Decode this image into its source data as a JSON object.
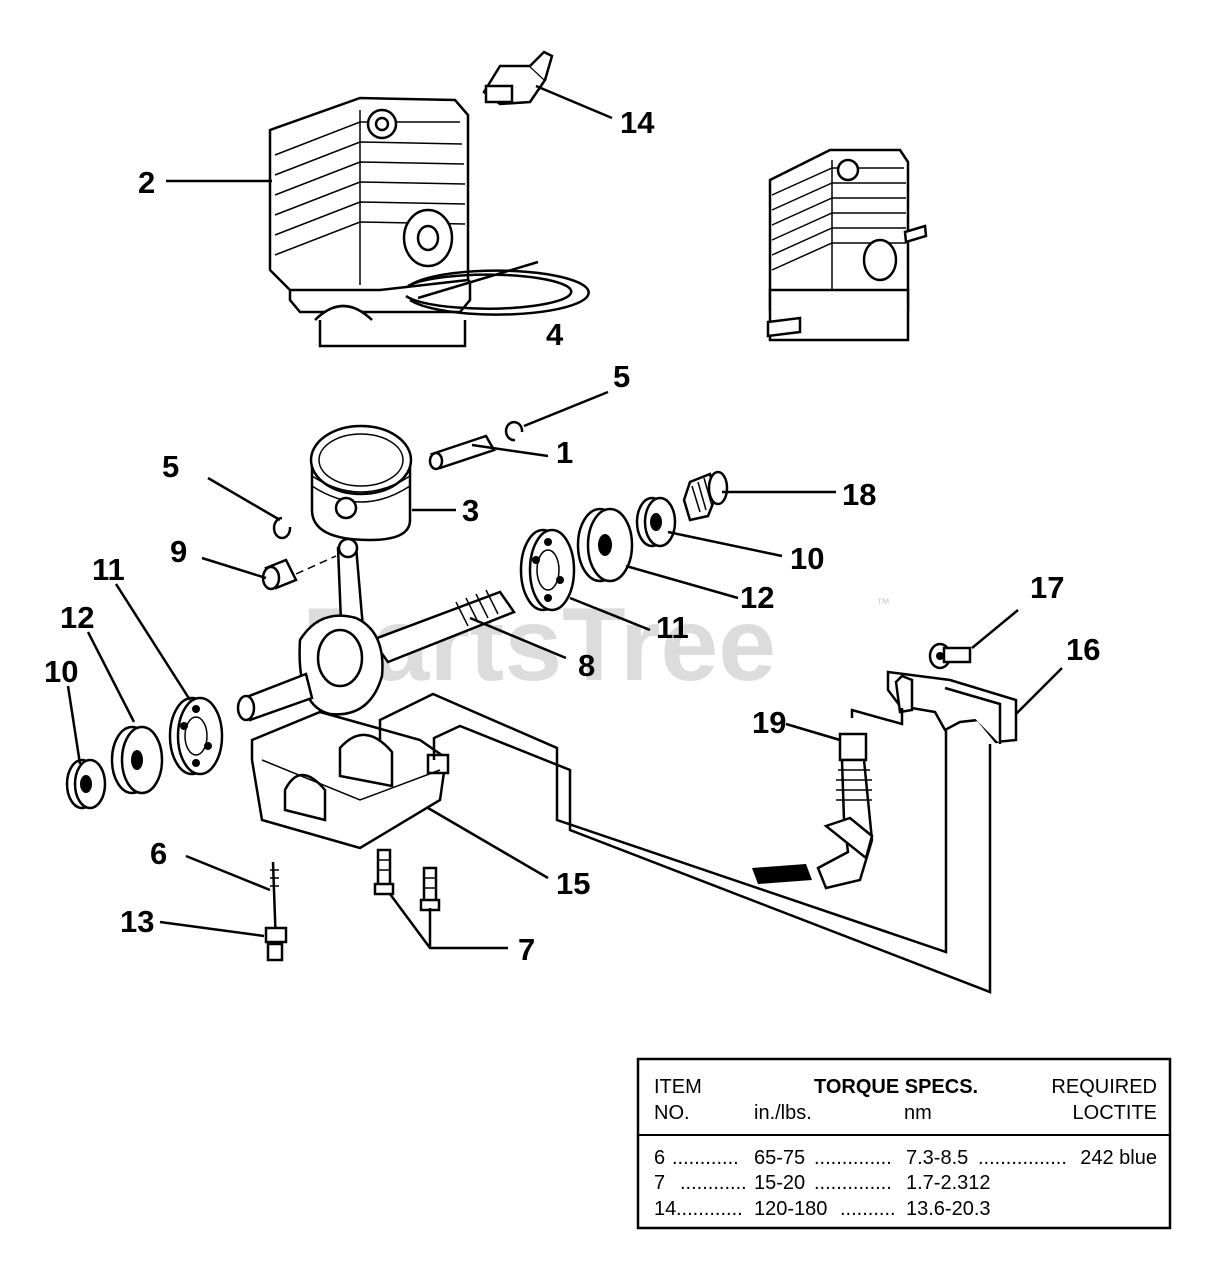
{
  "watermark": {
    "text": "PartsTree",
    "trademark": "™"
  },
  "callouts": {
    "c14": "14",
    "c2": "2",
    "c4": "4",
    "c5a": "5",
    "c1": "1",
    "c5b": "5",
    "c3": "3",
    "c18": "18",
    "c9": "9",
    "c10a": "10",
    "c11a": "11",
    "c12a": "12",
    "c17": "17",
    "c16": "16",
    "c11b": "11",
    "c12b": "12",
    "c10b": "10",
    "c8": "8",
    "c19": "19",
    "c6": "6",
    "c15": "15",
    "c13": "13",
    "c7": "7"
  },
  "torque_table": {
    "header": {
      "item": "ITEM",
      "no": "NO.",
      "torque_specs": "TORQUE SPECS.",
      "inlbs": "in./lbs.",
      "nm": "nm",
      "required": "REQUIRED",
      "loctite": "LOCTITE"
    },
    "rows": [
      {
        "item": "6",
        "leader1": "............",
        "inlbs": "65-75",
        "leader2": "..............",
        "nm": "7.3-8.5",
        "leader3": "................",
        "loctite": "242 blue"
      },
      {
        "item": "7",
        "leader1": "............",
        "inlbs": "15-20",
        "leader2": "..............",
        "nm": "1.7-2.312",
        "leader3": "",
        "loctite": ""
      },
      {
        "item": "14",
        "leader1": "............",
        "inlbs": "120-180",
        "leader2": "..........",
        "nm": "13.6-20.3",
        "leader3": "",
        "loctite": ""
      }
    ]
  }
}
